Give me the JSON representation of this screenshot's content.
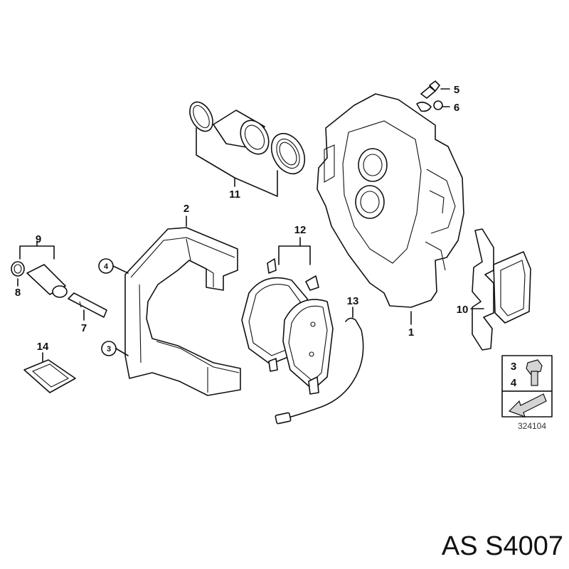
{
  "callouts": {
    "p1": "1",
    "p2": "2",
    "p3": "3",
    "p4": "4",
    "p5": "5",
    "p6": "6",
    "p7": "7",
    "p8": "8",
    "p9": "9",
    "p10": "10",
    "p11": "11",
    "p12": "12",
    "p13": "13",
    "p14": "14"
  },
  "legend": {
    "top": "3",
    "bottom": "4"
  },
  "diagram_code": "324104",
  "brand_text": "AS S4007"
}
